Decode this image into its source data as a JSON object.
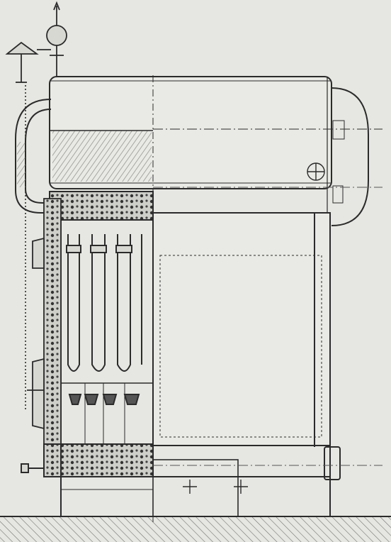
{
  "figure": {
    "kind": "technical-drawing",
    "subject": "boiler-section-view",
    "colors": {
      "paper": "#e6e6e2",
      "ink": "#2b2b2b",
      "light_ink": "#555555",
      "water_hatch": "#8a8a86",
      "ground": "#bdbdb8"
    },
    "water_tubes_count": 4,
    "inspection_hatches_count": 7,
    "icons": [
      "valve-icon",
      "pressure-gauge-icon",
      "center-mark-icon"
    ]
  }
}
